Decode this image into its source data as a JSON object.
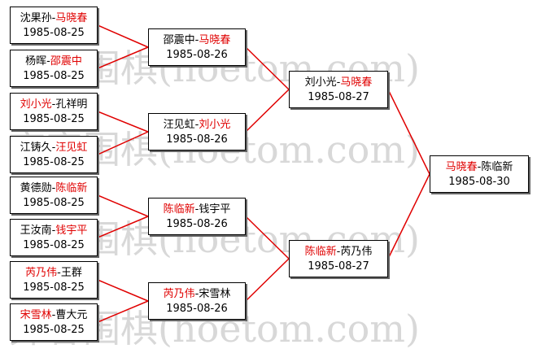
{
  "watermark": {
    "text": "弈客围棋(hoetom.com)"
  },
  "colors": {
    "winner": "#e00000",
    "line": "#e00000"
  },
  "round1": [
    {
      "p1": "沈果孙",
      "p2": "马晓春",
      "winner": 2,
      "date": "1985-08-25"
    },
    {
      "p1": "杨晖",
      "p2": "邵震中",
      "winner": 2,
      "date": "1985-08-25"
    },
    {
      "p1": "刘小光",
      "p2": "孔祥明",
      "winner": 1,
      "date": "1985-08-25"
    },
    {
      "p1": "江铸久",
      "p2": "汪见虹",
      "winner": 2,
      "date": "1985-08-25"
    },
    {
      "p1": "黄德勋",
      "p2": "陈临新",
      "winner": 2,
      "date": "1985-08-25"
    },
    {
      "p1": "王汝南",
      "p2": "钱宇平",
      "winner": 2,
      "date": "1985-08-25"
    },
    {
      "p1": "芮乃伟",
      "p2": "王群",
      "winner": 1,
      "date": "1985-08-25"
    },
    {
      "p1": "宋雪林",
      "p2": "曹大元",
      "winner": 1,
      "date": "1985-08-25"
    }
  ],
  "round2": [
    {
      "p1": "邵震中",
      "p2": "马晓春",
      "winner": 2,
      "date": "1985-08-26"
    },
    {
      "p1": "汪见虹",
      "p2": "刘小光",
      "winner": 2,
      "date": "1985-08-26"
    },
    {
      "p1": "陈临新",
      "p2": "钱宇平",
      "winner": 1,
      "date": "1985-08-26"
    },
    {
      "p1": "芮乃伟",
      "p2": "宋雪林",
      "winner": 1,
      "date": "1985-08-26"
    }
  ],
  "round3": [
    {
      "p1": "刘小光",
      "p2": "马晓春",
      "winner": 2,
      "date": "1985-08-27"
    },
    {
      "p1": "陈临新",
      "p2": "芮乃伟",
      "winner": 1,
      "date": "1985-08-27"
    }
  ],
  "final": [
    {
      "p1": "马晓春",
      "p2": "陈临新",
      "winner": 1,
      "date": "1985-08-30"
    }
  ]
}
